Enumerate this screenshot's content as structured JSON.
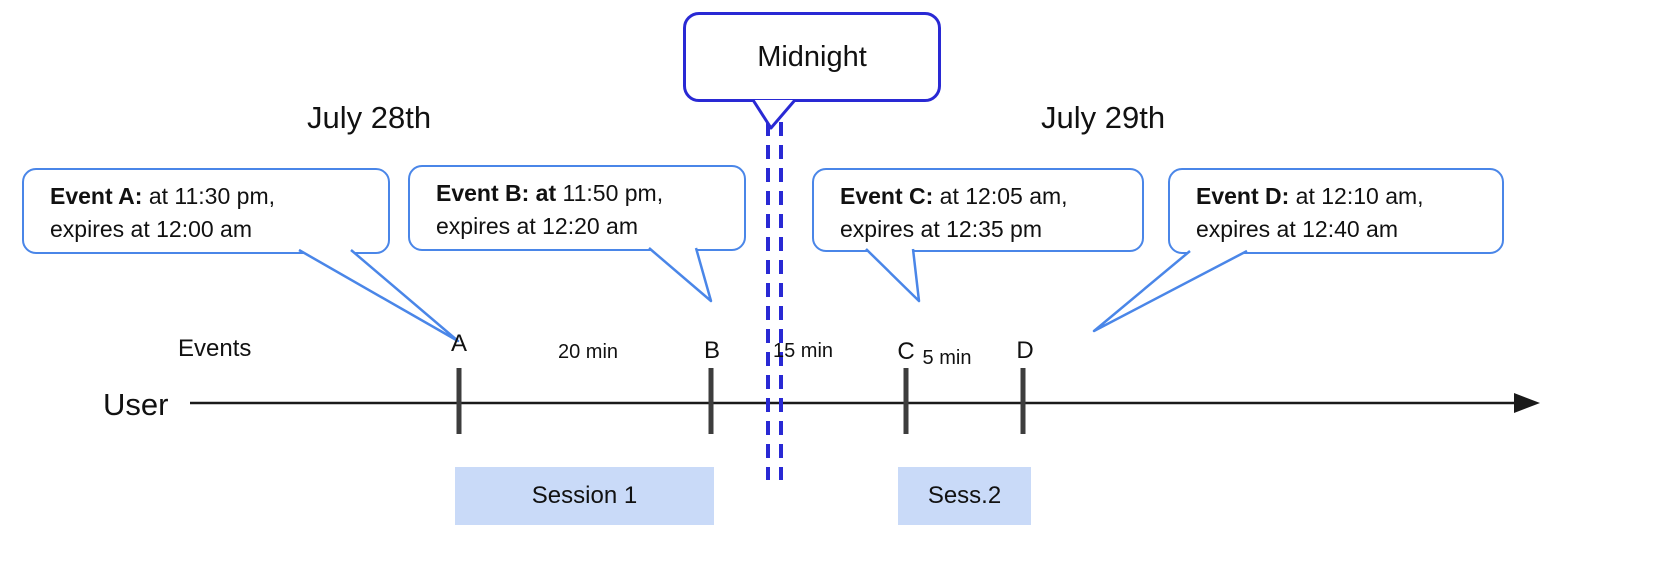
{
  "dates": {
    "left": "July 28th",
    "right": "July 29th"
  },
  "midnight": {
    "label": "Midnight"
  },
  "axis": {
    "events_label": "Events",
    "user_label": "User"
  },
  "ticks": {
    "a": "A",
    "b": "B",
    "c": "C",
    "d": "D"
  },
  "intervals": {
    "ab": "20 min",
    "bc": "15 min",
    "cd": "5 min"
  },
  "callouts": {
    "a": {
      "bold": "Event A:",
      "rest": " at 11:30 pm,",
      "line2": "expires at 12:00 am"
    },
    "b": {
      "bold": "Event B: at",
      "rest": " 11:50 pm,",
      "line2": "expires at 12:20 am"
    },
    "c": {
      "bold": "Event C:",
      "rest": " at 12:05 am,",
      "line2": "expires at 12:35 pm"
    },
    "d": {
      "bold": "Event D:",
      "rest": " at 12:10 am,",
      "line2": "expires at 12:40 am"
    }
  },
  "sessions": {
    "s1": "Session 1",
    "s2": "Sess.2"
  },
  "colors": {
    "callout_border": "#4a86e8",
    "midnight_border": "#2929d4",
    "session_fill": "#c9daf8",
    "timeline_color": "#1a1a1a",
    "tick_color": "#3d3d3d",
    "text_color": "#111111"
  }
}
